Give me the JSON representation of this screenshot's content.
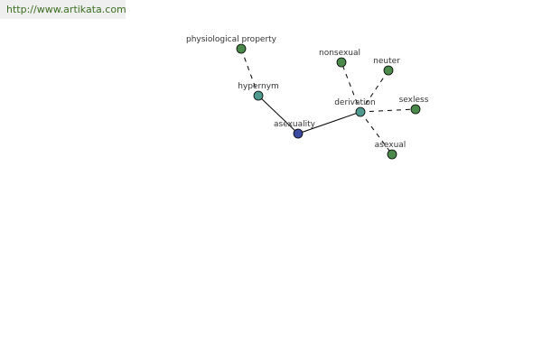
{
  "banner": {
    "url_text": "http://www.artikata.com"
  },
  "colors": {
    "background": "#ffffff",
    "banner_bg": "#efefef",
    "banner_text": "#3a6e1f",
    "center_node": "#3b4aa0",
    "relation_node": "#4e9a8e",
    "leaf_node": "#4a8a4a",
    "edge": "#000000",
    "label": "#333333"
  },
  "graph": {
    "nodes": [
      {
        "id": "asexuality",
        "label": "asexuality",
        "kind": "center"
      },
      {
        "id": "hypernym",
        "label": "hypernym",
        "kind": "relation"
      },
      {
        "id": "derivation",
        "label": "derivation",
        "kind": "relation"
      },
      {
        "id": "physiological-property",
        "label": "physiological property",
        "kind": "leaf"
      },
      {
        "id": "nonsexual",
        "label": "nonsexual",
        "kind": "leaf"
      },
      {
        "id": "neuter",
        "label": "neuter",
        "kind": "leaf"
      },
      {
        "id": "sexless",
        "label": "sexless",
        "kind": "leaf"
      },
      {
        "id": "asexual",
        "label": "asexual",
        "kind": "leaf"
      }
    ],
    "edges": [
      {
        "from": "asexuality",
        "to": "hypernym",
        "style": "solid"
      },
      {
        "from": "asexuality",
        "to": "derivation",
        "style": "solid"
      },
      {
        "from": "hypernym",
        "to": "physiological-property",
        "style": "dashed"
      },
      {
        "from": "derivation",
        "to": "nonsexual",
        "style": "dashed"
      },
      {
        "from": "derivation",
        "to": "neuter",
        "style": "dashed"
      },
      {
        "from": "derivation",
        "to": "sexless",
        "style": "dashed"
      },
      {
        "from": "derivation",
        "to": "asexual",
        "style": "dashed"
      }
    ]
  }
}
